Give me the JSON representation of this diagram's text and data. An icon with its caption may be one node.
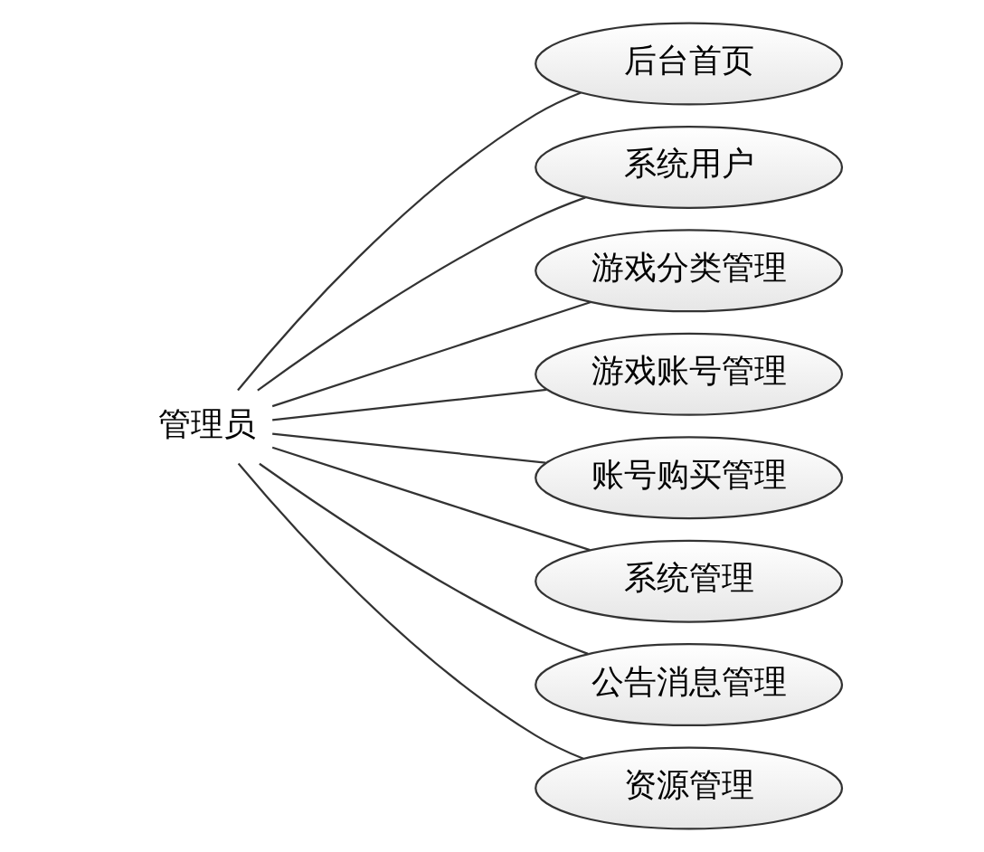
{
  "diagram": {
    "nodes": [
      {
        "text": [
          "管理员"
        ]
      },
      {
        "text": [
          "后台首页"
        ]
      },
      {
        "text": [
          "系统用户"
        ]
      },
      {
        "text": [
          "游戏分类管理"
        ]
      },
      {
        "text": [
          "游戏账号管理"
        ]
      },
      {
        "text": [
          "账号购买管理"
        ]
      },
      {
        "text": [
          "系统管理"
        ]
      },
      {
        "text": [
          "公告消息管理"
        ]
      },
      {
        "text": [
          "资源管理"
        ]
      }
    ],
    "edges": [
      {
        "from": 0,
        "to": 1,
        "arrow": "none"
      },
      {
        "from": 0,
        "to": 2,
        "arrow": "none"
      },
      {
        "from": 0,
        "to": 3,
        "arrow": "none"
      },
      {
        "from": 0,
        "to": 4,
        "arrow": "none"
      },
      {
        "from": 0,
        "to": 5,
        "arrow": "none"
      },
      {
        "from": 0,
        "to": 6,
        "arrow": "none"
      },
      {
        "from": 0,
        "to": 7,
        "arrow": "none"
      },
      {
        "from": 0,
        "to": 8,
        "arrow": "none"
      }
    ]
  }
}
